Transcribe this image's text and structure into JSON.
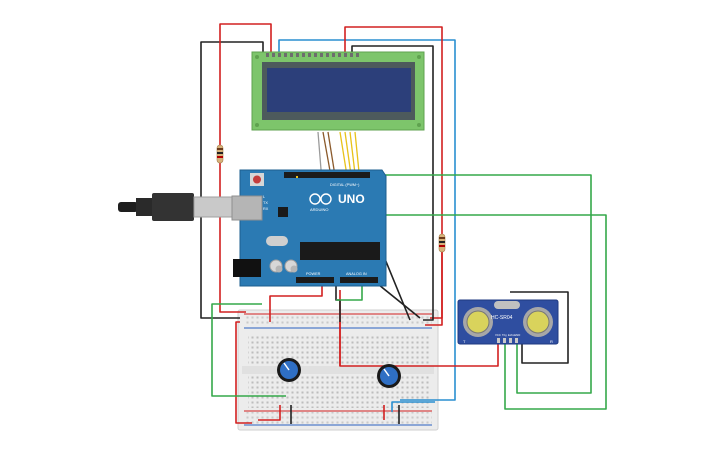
{
  "labels": {
    "uno_brand": "UNO",
    "arduino_text": "ARDUINO",
    "digital_header": "DIGITAL (PWM~)",
    "power_header": "POWER",
    "analog_header": "ANALOG IN",
    "sensor_name": "HC-SR04",
    "sensor_pins": [
      "VCC",
      "Trig",
      "Echo",
      "GND"
    ],
    "sensor_side_t": "T",
    "sensor_side_r": "R",
    "tx_label": "TX",
    "rx_label": "RX",
    "l_label": "L"
  },
  "colors": {
    "board_blue": "#2b7ab3",
    "lcd_green": "#7dc56b",
    "lcd_screen": "#2c3f7a",
    "wire_red": "#d22020",
    "wire_black": "#222222",
    "wire_blue": "#2a8fd0",
    "wire_green": "#35a84a",
    "wire_yellow": "#e8c21a",
    "wire_brown": "#8b5a2b",
    "wire_gray": "#9a9a9a",
    "sensor_blue": "#2f4ea0",
    "knob_blue": "#2f6fc4"
  }
}
